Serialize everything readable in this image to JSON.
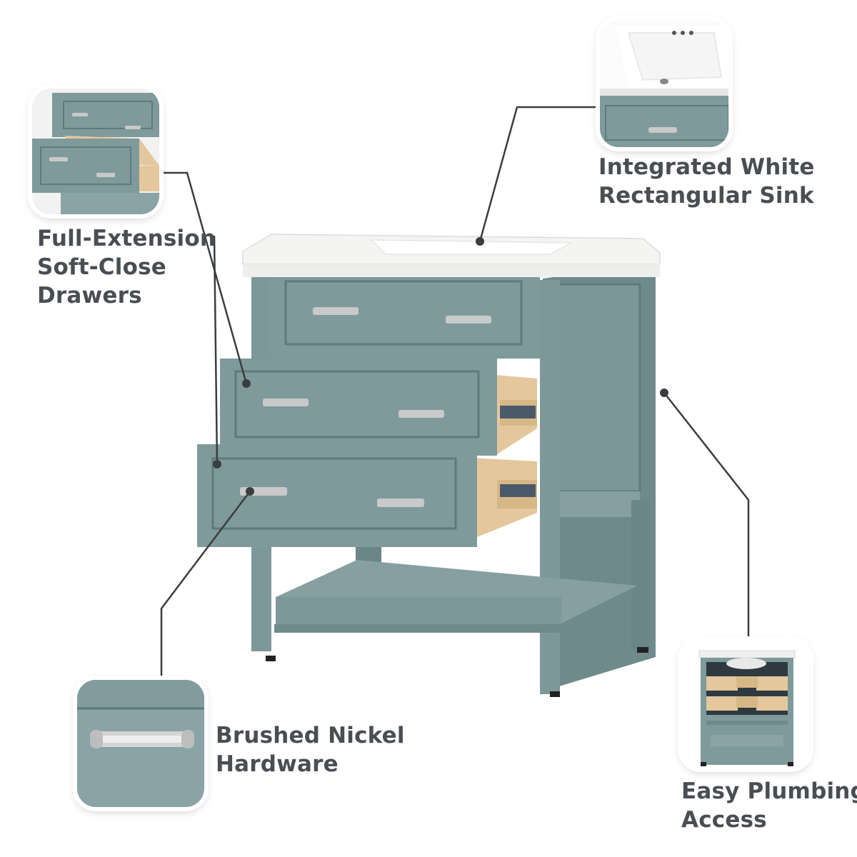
{
  "callouts": {
    "drawers": {
      "line1": "Full-Extension",
      "line2": "Soft-Close",
      "line3": "Drawers"
    },
    "sink": {
      "line1": "Integrated White",
      "line2": "Rectangular Sink"
    },
    "hardware": {
      "line1": "Brushed Nickel",
      "line2": "Hardware"
    },
    "plumbing": {
      "line1": "Easy Plumbing",
      "line2": "Access"
    }
  },
  "colors": {
    "cabinet": "#7f9a9b",
    "cabinet_dark": "#5f7a7b",
    "cabinet_light": "#94adae",
    "countertop": "#f4f4f2",
    "wood": "#e4c79c",
    "nickel": "#c9c9c9",
    "text": "#4a4e53",
    "leader": "#3a3d40"
  }
}
